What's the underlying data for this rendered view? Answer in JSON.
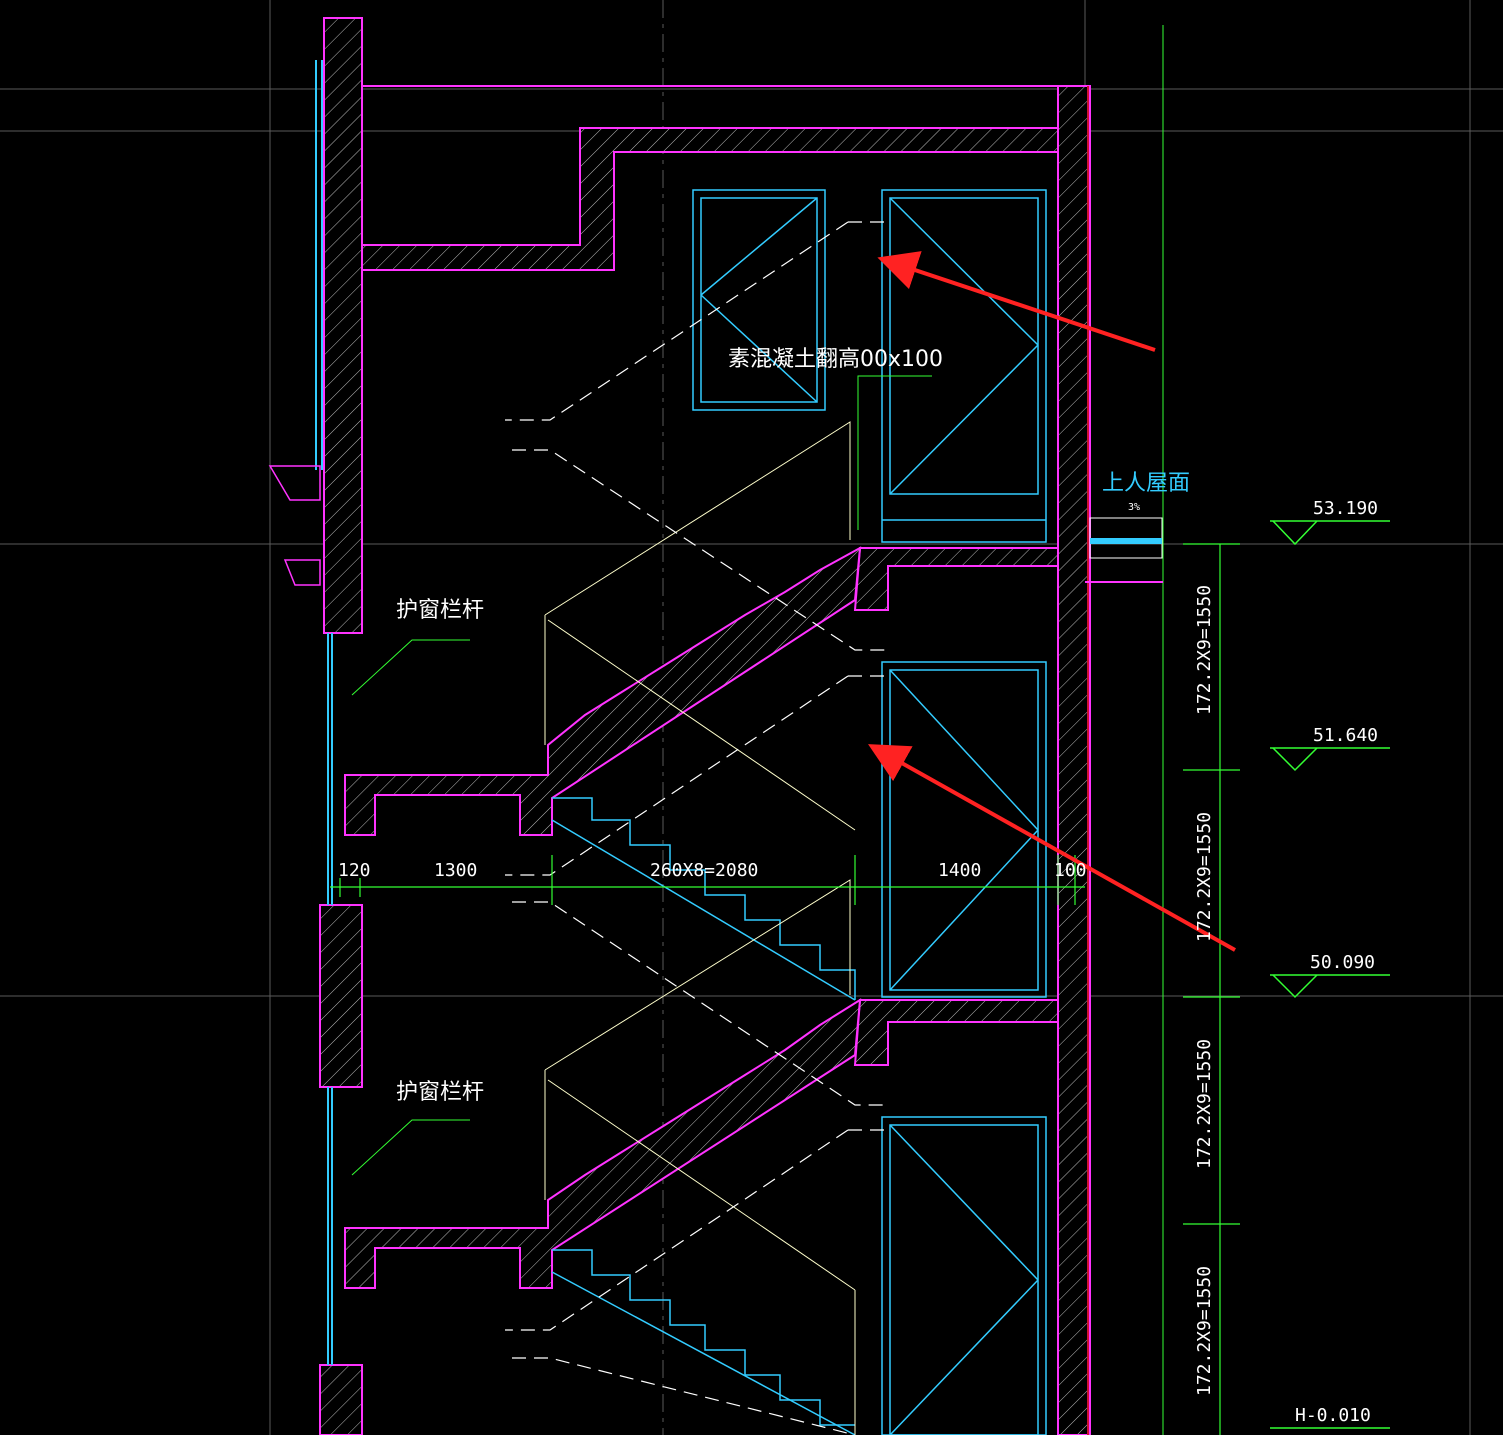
{
  "annotations": {
    "concrete_curb": "素混凝土翻高00x100",
    "window_guard_upper": "护窗栏杆",
    "window_guard_lower": "护窗栏杆",
    "roof_access": "上人屋面",
    "roof_slope": "3%"
  },
  "dimensions": {
    "d1": "120",
    "d2": "1300",
    "d3": "260X8=2080",
    "d4": "1400",
    "d5": "100"
  },
  "riser_dims": {
    "r1": "172.2X9=1550",
    "r2": "172.2X9=1550",
    "r3": "172.2X9=1550",
    "r4": "172.2X9=1550"
  },
  "elevations": {
    "e1": "53.190",
    "e2": "51.640",
    "e3": "50.090",
    "e4": "H-0.010"
  },
  "colors": {
    "background": "#000000",
    "wall_outline": "#ff33ff",
    "wall_inner": "#cc1133",
    "door_frame": "#33ccff",
    "dimension": "#33ff33",
    "guide": "#ffffcc",
    "arrow": "#ff2222",
    "grid": "#777777"
  }
}
